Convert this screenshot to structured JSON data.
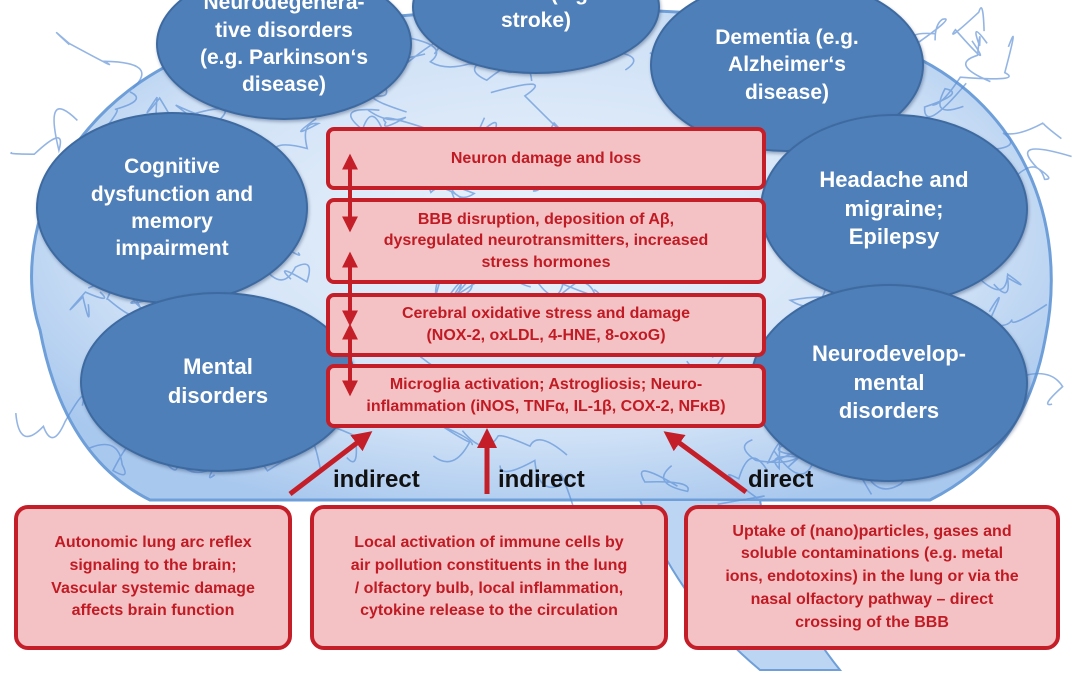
{
  "diagram": {
    "outcomes": [
      {
        "id": "neurodegenerative",
        "label": "Neurodegenera-\ntive disorders\n(e.g. Parkinson‘s\ndisease)"
      },
      {
        "id": "cerebrovascular",
        "label": "events (e.g.\nstroke)"
      },
      {
        "id": "dementia",
        "label": "Dementia (e.g.\nAlzheimer‘s\ndisease)"
      },
      {
        "id": "cognitive",
        "label": "Cognitive\ndysfunction and\nmemory\nimpairment"
      },
      {
        "id": "headache",
        "label": "Headache and\nmigraine;\nEpilepsy"
      },
      {
        "id": "mental",
        "label": "Mental\ndisorders"
      },
      {
        "id": "neurodevelopmental",
        "label": "Neurodevelop-\nmental\ndisorders"
      }
    ],
    "mechanisms": [
      {
        "id": "neuron-damage",
        "label": "Neuron damage and loss"
      },
      {
        "id": "bbb-disruption",
        "label": "BBB disruption, deposition of Aβ,\ndysregulated neurotransmitters, increased\nstress hormones"
      },
      {
        "id": "oxidative-stress",
        "label": "Cerebral oxidative stress and damage\n(NOX-2, oxLDL, 4-HNE, 8-oxoG)"
      },
      {
        "id": "microglia",
        "label": "Microglia activation; Astrogliosis; Neuro-\ninflammation (iNOS, TNFα, IL-1β, COX-2, NFκB)"
      }
    ],
    "routes": [
      {
        "id": "indirect-1",
        "label": "indirect"
      },
      {
        "id": "indirect-2",
        "label": "indirect"
      },
      {
        "id": "direct",
        "label": "direct"
      }
    ],
    "pathways": [
      {
        "id": "autonomic",
        "label": "Autonomic lung arc reflex\nsignaling to the brain;\nVascular systemic damage\naffects brain function"
      },
      {
        "id": "immune",
        "label": "Local activation of immune cells by\nair pollution constituents in the lung\n/ olfactory bulb, local inflammation,\ncytokine release to the circulation"
      },
      {
        "id": "uptake",
        "label": "Uptake of (nano)particles, gases and\nsoluble contaminations (e.g. metal\nions, endotoxins) in the lung or via the\nnasal olfactory pathway – direct\ncrossing of the BBB"
      }
    ]
  },
  "colors": {
    "oval_fill": "#4f7fb8",
    "box_fill": "#f4c2c4",
    "box_border": "#c41e28",
    "arrow": "#c41e28",
    "brain_line": "#3a78c8"
  }
}
